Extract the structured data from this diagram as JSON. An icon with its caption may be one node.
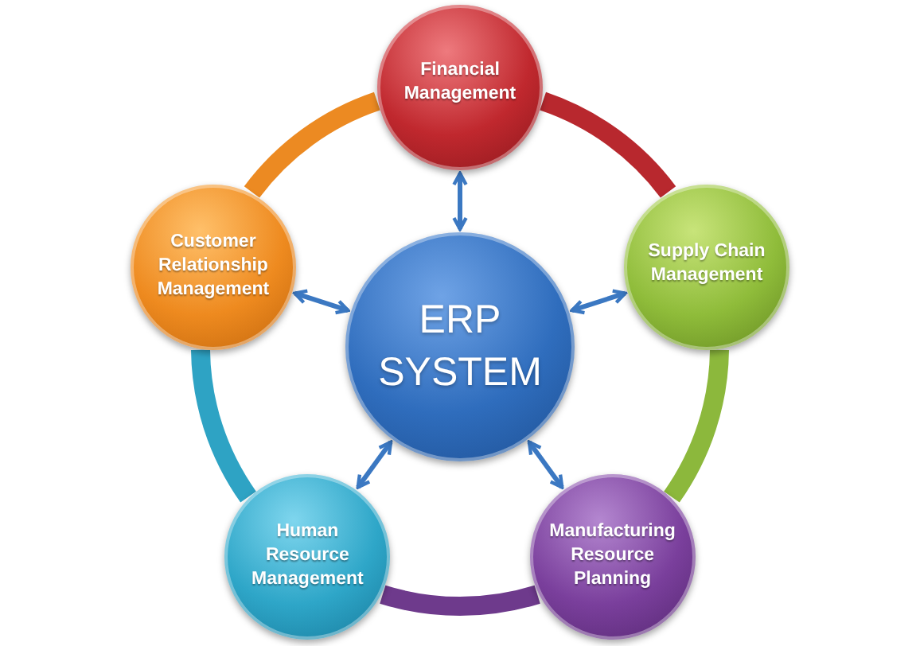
{
  "diagram": {
    "nodes": [
      {
        "text": [
          "Financial Management"
        ]
      },
      {
        "text": [
          "Customer Relationship Management"
        ]
      },
      {
        "text": [
          "Supply Chain Management"
        ]
      },
      {
        "text": [
          "ERP SYSTEM"
        ]
      },
      {
        "text": [
          "Human Resource Management"
        ]
      },
      {
        "text": [
          "Manufacturing Resource Planning"
        ]
      }
    ],
    "edges": [
      {
        "from": 3,
        "to": 0,
        "arrow": "both"
      },
      {
        "from": 3,
        "to": 1,
        "arrow": "both"
      },
      {
        "from": 3,
        "to": 2,
        "arrow": "both"
      },
      {
        "from": 3,
        "to": 4,
        "arrow": "both"
      },
      {
        "from": 3,
        "to": 5,
        "arrow": "both"
      },
      {
        "from": 0,
        "to": 2,
        "arrow": "none",
        "style": "thick",
        "color": "#b8282e"
      },
      {
        "from": 2,
        "to": 5,
        "arrow": "none",
        "style": "thick",
        "color": "#8cb83c"
      },
      {
        "from": 5,
        "to": 4,
        "arrow": "none",
        "style": "thick",
        "color": "#6e3a8c"
      },
      {
        "from": 4,
        "to": 1,
        "arrow": "none",
        "style": "thick",
        "color": "#2ea3c4"
      },
      {
        "from": 1,
        "to": 0,
        "arrow": "none",
        "style": "thick",
        "color": "#ec8a22"
      }
    ]
  }
}
